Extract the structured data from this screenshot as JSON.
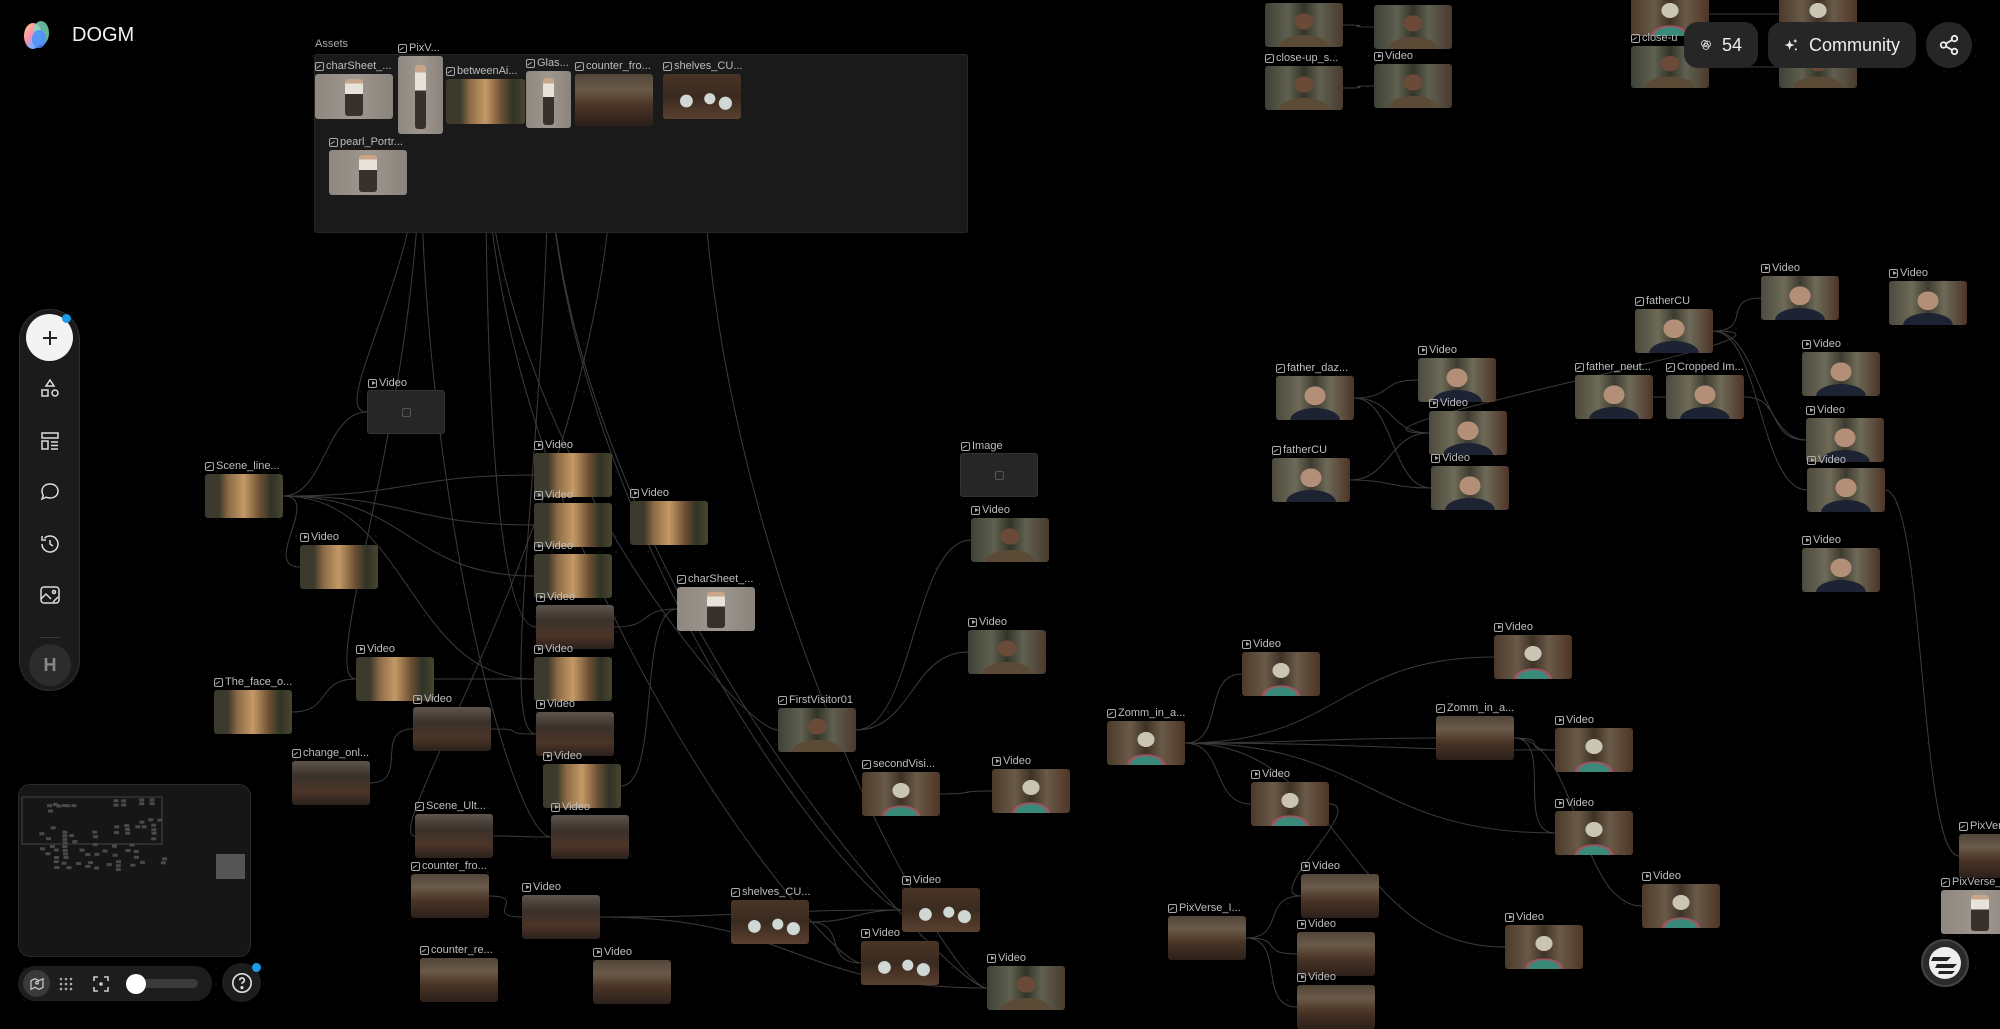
{
  "header": {
    "app_title": "DOGM",
    "credits": "54",
    "community_label": "Community"
  },
  "toolbar": {
    "avatar_initial": "H"
  },
  "canvas": {
    "group_label": "Assets",
    "nodes": [
      {
        "label": "charSheet_...",
        "type": "image"
      },
      {
        "label": "PixV...",
        "type": "image"
      },
      {
        "label": "betweenAi...",
        "type": "image"
      },
      {
        "label": "Glas...",
        "type": "image"
      },
      {
        "label": "counter_fro...",
        "type": "image"
      },
      {
        "label": "shelves_CU...",
        "type": "image"
      },
      {
        "label": "pearl_Portr...",
        "type": "image"
      },
      {
        "label": "",
        "type": ""
      },
      {
        "label": "",
        "type": ""
      },
      {
        "label": "close-up_s...",
        "type": "image"
      },
      {
        "label": "Video",
        "type": "video"
      },
      {
        "label": "",
        "type": ""
      },
      {
        "label": "",
        "type": ""
      },
      {
        "label": "close-u",
        "type": "image"
      },
      {
        "label": "",
        "type": ""
      },
      {
        "label": "Video",
        "type": "video"
      },
      {
        "label": "Image",
        "type": "image"
      },
      {
        "label": "Scene_line...",
        "type": "image"
      },
      {
        "label": "Video",
        "type": "video"
      },
      {
        "label": "Video",
        "type": "video"
      },
      {
        "label": "The_face_o...",
        "type": "image"
      },
      {
        "label": "Video",
        "type": "video"
      },
      {
        "label": "change_onl...",
        "type": "image"
      },
      {
        "label": "Scene_Ult...",
        "type": "image"
      },
      {
        "label": "counter_fro...",
        "type": "image"
      },
      {
        "label": "counter_re...",
        "type": "image"
      },
      {
        "label": "Video",
        "type": "video"
      },
      {
        "label": "Video",
        "type": "video"
      },
      {
        "label": "Video",
        "type": "video"
      },
      {
        "label": "Video",
        "type": "video"
      },
      {
        "label": "Video",
        "type": "video"
      },
      {
        "label": "Video",
        "type": "video"
      },
      {
        "label": "Video",
        "type": "video"
      },
      {
        "label": "Video",
        "type": "video"
      },
      {
        "label": "Video",
        "type": "video"
      },
      {
        "label": "charSheet_...",
        "type": "image"
      },
      {
        "label": "FirstVisitor01",
        "type": "image"
      },
      {
        "label": "secondVisi...",
        "type": "image"
      },
      {
        "label": "Video",
        "type": "video"
      },
      {
        "label": "Video",
        "type": "video"
      },
      {
        "label": "Video",
        "type": "video"
      },
      {
        "label": "Video",
        "type": "video"
      },
      {
        "label": "Video",
        "type": "video"
      },
      {
        "label": "shelves_CU...",
        "type": "image"
      },
      {
        "label": "Video",
        "type": "video"
      },
      {
        "label": "Video",
        "type": "video"
      },
      {
        "label": "Video",
        "type": "video"
      },
      {
        "label": "Zomm_in_a...",
        "type": "image"
      },
      {
        "label": "Video",
        "type": "video"
      },
      {
        "label": "Video",
        "type": "video"
      },
      {
        "label": "Zomm_in_a...",
        "type": "image"
      },
      {
        "label": "Video",
        "type": "video"
      },
      {
        "label": "Video",
        "type": "video"
      },
      {
        "label": "Video",
        "type": "video"
      },
      {
        "label": "Video",
        "type": "video"
      },
      {
        "label": "Video",
        "type": "video"
      },
      {
        "label": "Video",
        "type": "video"
      },
      {
        "label": "PixVerse_I...",
        "type": "image"
      },
      {
        "label": "Video",
        "type": "video"
      },
      {
        "label": "Video",
        "type": "video"
      },
      {
        "label": "PixVer...",
        "type": "image"
      },
      {
        "label": "PixVerse_...",
        "type": "image"
      },
      {
        "label": "father_daz...",
        "type": "image"
      },
      {
        "label": "fatherCU",
        "type": "image"
      },
      {
        "label": "Video",
        "type": "video"
      },
      {
        "label": "Video",
        "type": "video"
      },
      {
        "label": "Video",
        "type": "video"
      },
      {
        "label": "father_neut...",
        "type": "image"
      },
      {
        "label": "Cropped Im...",
        "type": "image"
      },
      {
        "label": "fatherCU",
        "type": "image"
      },
      {
        "label": "Video",
        "type": "video"
      },
      {
        "label": "Video",
        "type": "video"
      },
      {
        "label": "Video",
        "type": "video"
      },
      {
        "label": "Video",
        "type": "video"
      },
      {
        "label": "Video",
        "type": "video"
      },
      {
        "label": "Video",
        "type": "video"
      }
    ]
  },
  "colors": {
    "accent_badge": "#1e9be6",
    "panel": "#262626"
  }
}
